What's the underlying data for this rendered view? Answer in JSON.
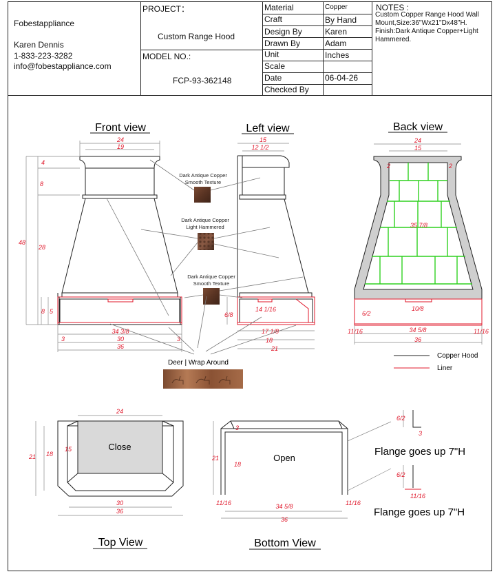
{
  "company": {
    "name": "Fobestappliance",
    "contact_name": "Karen Dennis",
    "phone": "1-833-223-3282",
    "email": "info@fobestappliance.com"
  },
  "project": {
    "label": "PROJECT：",
    "value": "Custom Range Hood",
    "model_label": "MODEL NO.:",
    "model_value": "FCP-93-362148"
  },
  "spec": [
    {
      "label": "Material",
      "value": "Copper"
    },
    {
      "label": "Craft",
      "value": "By Hand"
    },
    {
      "label": "Design By",
      "value": "Karen"
    },
    {
      "label": "Drawn By",
      "value": "Adam"
    },
    {
      "label": "Unit",
      "value": "Inches"
    },
    {
      "label": "Scale",
      "value": ""
    },
    {
      "label": "Date",
      "value": "06-04-26"
    },
    {
      "label": "Checked By",
      "value": ""
    }
  ],
  "notes": {
    "title": "NOTES :",
    "lines": [
      "Custom Copper Range Hood Wall",
      "Mount,Size:36\"Wx21\"Dx48\"H.",
      "Finish:Dark Antique Copper+Light",
      "Hammered."
    ]
  },
  "views": {
    "front": "Front view",
    "left": "Left view",
    "back": "Back view",
    "top": "Top View",
    "bottom": "Bottom View"
  },
  "finishes": [
    {
      "line1": "Dark Antique Copper",
      "line2": "Smooth Texture"
    },
    {
      "line1": "Dark Antique Copper",
      "line2": "Light Hammered"
    },
    {
      "line1": "Dark Antique Copper",
      "line2": "Smooth Texture"
    }
  ],
  "wrap_label": "Deer | Wrap Around",
  "legend": {
    "hood": "Copper Hood",
    "liner": "Liner"
  },
  "panel_labels": {
    "close": "Close",
    "open": "Open"
  },
  "flange": {
    "label1": "Flange goes up 7\"H",
    "label2": "Flange goes up 7\"H",
    "d1": "6/2",
    "d2": "3",
    "d3": "6/2",
    "d4": "11/16"
  },
  "dims": {
    "front": {
      "top_w": "24",
      "top_in": "19",
      "h1": "4",
      "h2": "8",
      "h3": "28",
      "total": "48",
      "h4": "8",
      "h5": "5",
      "b1": "34 3/8",
      "b2": "30",
      "b3": "36",
      "s1": "3",
      "s2": "3"
    },
    "left": {
      "top_w": "15",
      "top_in": "12 1/2",
      "b1": "6/8",
      "b2": "14 1/16",
      "b3": "17 1/8",
      "b4": "18",
      "b5": "21"
    },
    "back": {
      "top_w": "24",
      "top_in": "15",
      "s1": "2",
      "s2": "2",
      "mid": "35 7/8",
      "liner": "6/2",
      "bot1": "10/8",
      "bot2": "11/16",
      "bot3": "11/16",
      "b1": "34 5/8",
      "b2": "36"
    },
    "top": {
      "w": "24",
      "d1": "21",
      "d2": "18",
      "d3": "15",
      "b1": "30",
      "b2": "36"
    },
    "bottom": {
      "t": "3",
      "d1": "21",
      "d2": "18",
      "s1": "11/16",
      "s2": "11/16",
      "b1": "34 5/8",
      "b2": "36"
    }
  },
  "colors": {
    "hood": "#222222",
    "liner": "#e0182b",
    "grid": "#2fd11f",
    "fill": "#cfcfcf",
    "dim_red": "#e0182b"
  }
}
